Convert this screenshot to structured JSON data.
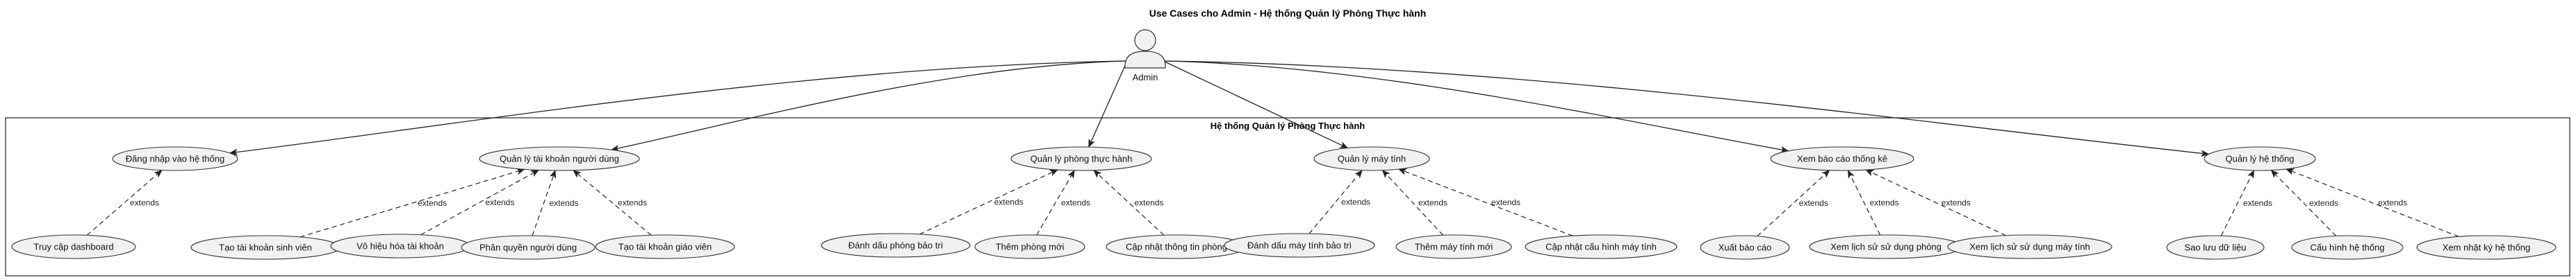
{
  "title": "Use Cases cho Admin - Hệ thống Quản lý Phòng Thực hành",
  "actor": {
    "name": "Admin"
  },
  "system": {
    "name": "Hệ thống Quản lý Phòng Thực hành"
  },
  "relation_label": "extends",
  "use_cases": [
    {
      "id": "uc_login",
      "label": "Đăng nhập vào hệ thống"
    },
    {
      "id": "uc_dashboard",
      "label": "Truy cập dashboard"
    },
    {
      "id": "uc_accounts",
      "label": "Quản lý tài khoản người dùng"
    },
    {
      "id": "uc_create_student",
      "label": "Tạo tài khoản sinh viên"
    },
    {
      "id": "uc_disable_account",
      "label": "Vô hiệu hóa tài khoản"
    },
    {
      "id": "uc_permissions",
      "label": "Phân quyền người dùng"
    },
    {
      "id": "uc_create_teacher",
      "label": "Tạo tài khoản giáo viên"
    },
    {
      "id": "uc_rooms",
      "label": "Quản lý phòng thực hành"
    },
    {
      "id": "uc_room_maint",
      "label": "Đánh dấu phòng bảo trì"
    },
    {
      "id": "uc_add_room",
      "label": "Thêm phòng mới"
    },
    {
      "id": "uc_update_room",
      "label": "Cập nhật thông tin phòng"
    },
    {
      "id": "uc_computers",
      "label": "Quản lý máy tính"
    },
    {
      "id": "uc_pc_maint",
      "label": "Đánh dấu máy tính bảo trì"
    },
    {
      "id": "uc_add_pc",
      "label": "Thêm máy tính mới"
    },
    {
      "id": "uc_update_pc",
      "label": "Cập nhật cấu hình máy tính"
    },
    {
      "id": "uc_reports",
      "label": "Xem báo cáo thống kê"
    },
    {
      "id": "uc_export",
      "label": "Xuất báo cáo"
    },
    {
      "id": "uc_room_history",
      "label": "Xem lịch sử sử dụng phòng"
    },
    {
      "id": "uc_pc_history",
      "label": "Xem lịch sử sử dụng máy tính"
    },
    {
      "id": "uc_system",
      "label": "Quản lý hệ thống"
    },
    {
      "id": "uc_backup",
      "label": "Sao lưu dữ liệu"
    },
    {
      "id": "uc_config",
      "label": "Cấu hình hệ thống"
    },
    {
      "id": "uc_logs",
      "label": "Xem nhật ký hệ thống"
    }
  ],
  "associations": [
    "uc_login",
    "uc_accounts",
    "uc_rooms",
    "uc_computers",
    "uc_reports",
    "uc_system"
  ],
  "extends": [
    {
      "from": "uc_dashboard",
      "to": "uc_login"
    },
    {
      "from": "uc_create_student",
      "to": "uc_accounts"
    },
    {
      "from": "uc_disable_account",
      "to": "uc_accounts"
    },
    {
      "from": "uc_permissions",
      "to": "uc_accounts"
    },
    {
      "from": "uc_create_teacher",
      "to": "uc_accounts"
    },
    {
      "from": "uc_room_maint",
      "to": "uc_rooms"
    },
    {
      "from": "uc_add_room",
      "to": "uc_rooms"
    },
    {
      "from": "uc_update_room",
      "to": "uc_rooms"
    },
    {
      "from": "uc_pc_maint",
      "to": "uc_computers"
    },
    {
      "from": "uc_add_pc",
      "to": "uc_computers"
    },
    {
      "from": "uc_update_pc",
      "to": "uc_computers"
    },
    {
      "from": "uc_export",
      "to": "uc_reports"
    },
    {
      "from": "uc_room_history",
      "to": "uc_reports"
    },
    {
      "from": "uc_pc_history",
      "to": "uc_reports"
    },
    {
      "from": "uc_backup",
      "to": "uc_system"
    },
    {
      "from": "uc_config",
      "to": "uc_system"
    },
    {
      "from": "uc_logs",
      "to": "uc_system"
    }
  ]
}
